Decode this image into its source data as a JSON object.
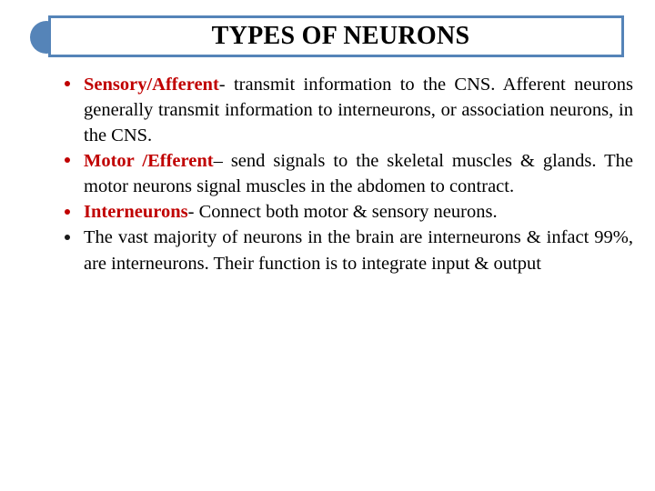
{
  "slide": {
    "title": "TYPES OF NEURONS",
    "accent_blue": "#5584B8",
    "accent_red": "#C00000",
    "text_color": "#000000",
    "background": "#FFFFFF"
  },
  "bullets": [
    {
      "marker": "red-dot-bullet",
      "lead": "Sensory/Afferent",
      "rest": "- transmit information to the CNS. Afferent neurons generally transmit information to interneurons, or association neurons, in the CNS."
    },
    {
      "marker": "red-dot-bullet",
      "lead": "Motor /Efferent",
      "rest": "– send signals to the skeletal muscles & glands. The motor neurons signal muscles in the abdomen to contract."
    },
    {
      "marker": "red-dot-bullet",
      "lead": "Interneurons",
      "rest": "- Connect both motor & sensory neurons."
    },
    {
      "marker": "black-dot-bullet",
      "lead": "",
      "rest": "The vast majority of neurons in the brain are interneurons & infact 99%, are interneurons. Their function is to integrate input & output"
    }
  ]
}
